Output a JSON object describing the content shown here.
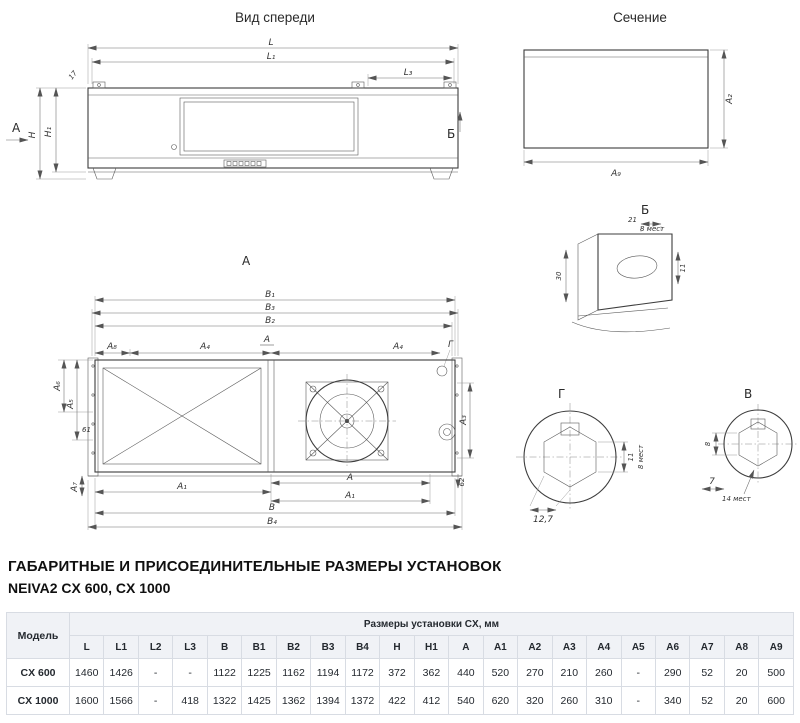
{
  "drawings": {
    "front": {
      "title": "Вид спереди",
      "dims": {
        "L": "L",
        "L1": "L₁",
        "L3": "L₃",
        "d17": "17",
        "H": "H",
        "H1": "H₁"
      },
      "markers": {
        "A": "А",
        "B": "Б"
      }
    },
    "section": {
      "title": "Сечение",
      "dims": {
        "A2": "A₂",
        "A9": "A₉"
      }
    },
    "detail_b": {
      "title": "Б",
      "dims": {
        "d21": "21",
        "places": "8 мест",
        "d11": "11",
        "d30": "30"
      }
    },
    "view_a": {
      "title": "А",
      "marker": "А",
      "dims": {
        "B1": "B₁",
        "B2": "B₂",
        "B3": "B₃",
        "B4": "B₄",
        "B": "B",
        "A8": "A₈",
        "A4": "A₄",
        "A6": "A₆",
        "A5": "A₅",
        "d61": "61",
        "A3": "A₃",
        "A7": "A₇",
        "A": "А",
        "A1": "A₁",
        "d62": "62",
        "G": "Г"
      }
    },
    "detail_g": {
      "title": "Г",
      "dims": {
        "d127": "12,7",
        "d11": "11",
        "places": "8 мест"
      }
    },
    "detail_v": {
      "title": "В",
      "dims": {
        "d8": "8",
        "d7": "7",
        "places": "14 мест"
      }
    }
  },
  "heading": {
    "line1": "ГАБАРИТНЫЕ И ПРИСОЕДИНИТЕЛЬНЫЕ РАЗМЕРЫ УСТАНОВОК",
    "line2": "NEIVA2 CX 600, CX 1000"
  },
  "table": {
    "model_header": "Модель",
    "group_header": "Размеры установки CX, мм",
    "columns": [
      "L",
      "L1",
      "L2",
      "L3",
      "B",
      "B1",
      "B2",
      "B3",
      "B4",
      "H",
      "H1",
      "A",
      "A1",
      "A2",
      "A3",
      "A4",
      "A5",
      "A6",
      "A7",
      "A8",
      "A9"
    ],
    "rows": [
      {
        "model": "CX 600",
        "values": [
          "1460",
          "1426",
          "-",
          "-",
          "1122",
          "1225",
          "1162",
          "1194",
          "1172",
          "372",
          "362",
          "440",
          "520",
          "270",
          "210",
          "260",
          "-",
          "290",
          "52",
          "20",
          "500"
        ]
      },
      {
        "model": "CX 1000",
        "values": [
          "1600",
          "1566",
          "-",
          "418",
          "1322",
          "1425",
          "1362",
          "1394",
          "1372",
          "422",
          "412",
          "540",
          "620",
          "320",
          "260",
          "310",
          "-",
          "340",
          "52",
          "20",
          "600"
        ]
      }
    ]
  }
}
